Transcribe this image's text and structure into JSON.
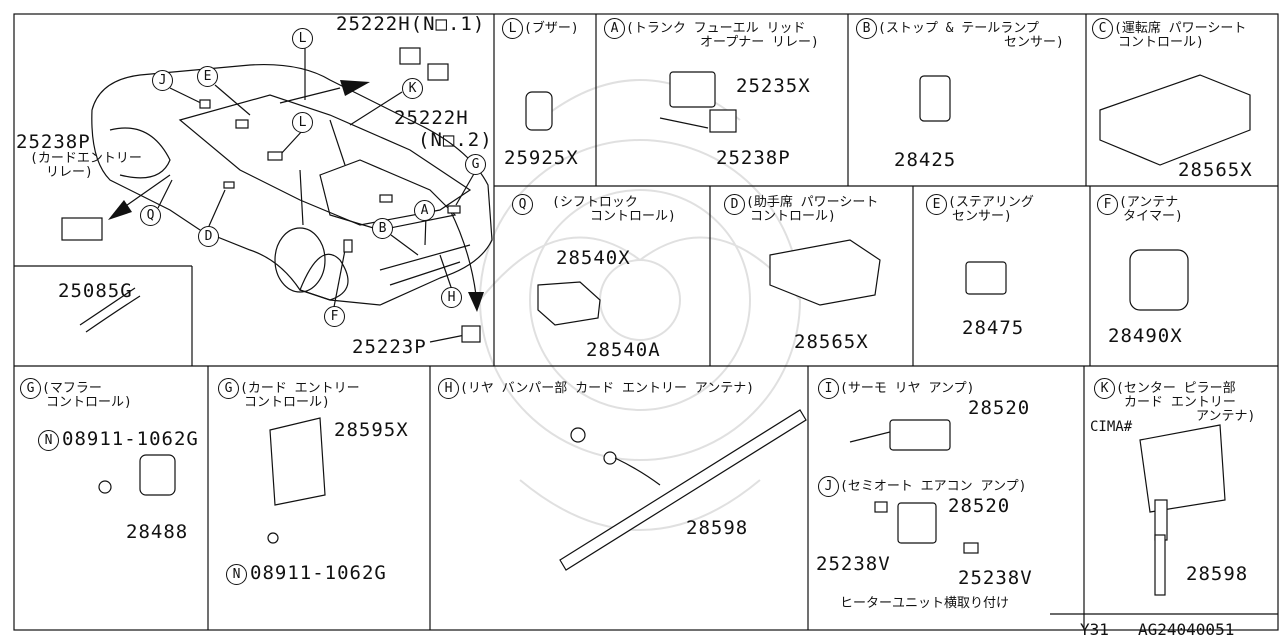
{
  "diagram": {
    "footer": {
      "model": "Y31",
      "code": "AG24040051"
    },
    "car_view": {
      "markers": [
        "L",
        "J",
        "E",
        "L",
        "K",
        "G",
        "A",
        "B",
        "Q",
        "D",
        "F",
        "H"
      ],
      "parts": {
        "p25222h_1": "25222H(N□.1)",
        "p25222h_2a": "25222H",
        "p25222h_2b": "(N□.2)",
        "p25238p": "25238P",
        "p25238p_note1": "(カードエントリー",
        "p25238p_note2": "リレー)",
        "p25223p": "25223P"
      }
    },
    "clip_panel": {
      "part": "25085G"
    },
    "panels": {
      "buzzer": {
        "marker": "L",
        "title": "(ブザー)",
        "parts": [
          "25925X"
        ]
      },
      "trunk": {
        "marker": "A",
        "title_1": "(トランク フューエル リッド",
        "title_2": "オープナー リレー)",
        "parts": [
          "25235X",
          "25238P"
        ]
      },
      "stop": {
        "marker": "B",
        "title_1": "(ストップ & テールランプ",
        "title_2": "センサー)",
        "parts": [
          "28425"
        ]
      },
      "driver_seat": {
        "marker": "C",
        "title_1": "(運転席 パワーシート",
        "title_2": "コントロール)",
        "parts": [
          "28565X"
        ]
      },
      "shift": {
        "marker": "Q",
        "title_1": "(シフトロック",
        "title_2": "コントロール)",
        "parts": [
          "28540X",
          "28540A"
        ]
      },
      "passenger_seat": {
        "marker": "D",
        "title_1": "(助手席 パワーシート",
        "title_2": "コントロール)",
        "parts": [
          "28565X"
        ]
      },
      "steering": {
        "marker": "E",
        "title_1": "(ステアリング",
        "title_2": "センサー)",
        "parts": [
          "28475"
        ]
      },
      "antenna": {
        "marker": "F",
        "title_1": "(アンテナ",
        "title_2": "タイマー)",
        "parts": [
          "28490X"
        ]
      },
      "muffler": {
        "marker": "G",
        "title_1": "(マフラー",
        "title_2": "コントロール)",
        "bolt_marker": "N",
        "bolt": "08911-1062G",
        "parts": [
          "28488"
        ]
      },
      "card_entry": {
        "marker": "G",
        "title_1": "(カード エントリー",
        "title_2": "コントロール)",
        "bolt_marker": "N",
        "bolt": "08911-1062G",
        "parts": [
          "28595X"
        ]
      },
      "rear_bumper": {
        "marker": "H",
        "title": "(リヤ バンパー部 カード エントリー アンテナ)",
        "parts": [
          "28598"
        ]
      },
      "thermo": {
        "marker": "I",
        "title": "(サーモ リヤ アンプ)",
        "parts": [
          "28520"
        ]
      },
      "semi_auto": {
        "marker": "J",
        "title": "(セミオート エアコン アンプ)",
        "parts": [
          "28520",
          "25238V",
          "25238V"
        ],
        "note": "ヒーターユニット横取り付け"
      },
      "pillar": {
        "marker": "K",
        "title_1": "(センター ピラー部",
        "title_2": "カード エントリー",
        "title_3": "アンテナ)",
        "variant": "CIMA#",
        "parts": [
          "28598"
        ]
      }
    }
  }
}
